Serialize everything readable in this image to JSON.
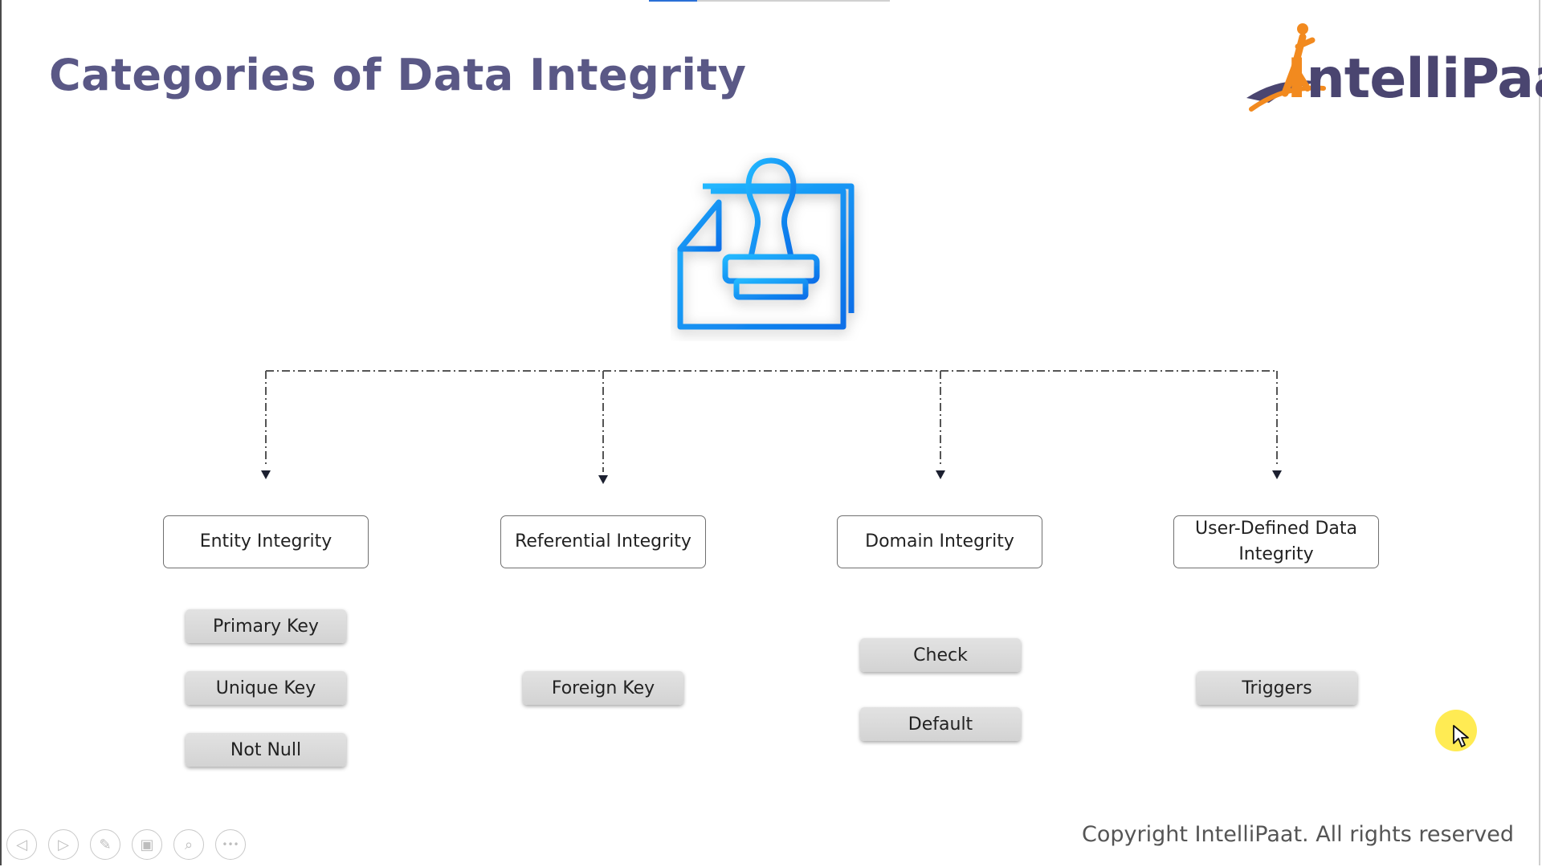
{
  "slide": {
    "title": "Categories of Data Integrity",
    "copyright": "Copyright IntelliPaat. All rights reserved"
  },
  "logo": {
    "text_accent": "I",
    "text_rest": "ntelliPaat",
    "colors": {
      "brand": "#4a4570",
      "accent": "#f28a1f"
    }
  },
  "hero_icon": {
    "name": "document-stamp-icon",
    "color": "#1e90ff"
  },
  "categories": [
    {
      "label": "Entity Integrity",
      "items": [
        "Primary Key",
        "Unique Key",
        "Not Null"
      ]
    },
    {
      "label": "Referential Integrity",
      "items": [
        "Foreign Key"
      ]
    },
    {
      "label": "Domain Integrity",
      "items": [
        "Check",
        "Default"
      ]
    },
    {
      "label": "User-Defined Data Integrity",
      "items": [
        "Triggers"
      ]
    }
  ],
  "toolbar": {
    "buttons": [
      {
        "name": "previous-icon",
        "glyph": "◁"
      },
      {
        "name": "next-icon",
        "glyph": "▷"
      },
      {
        "name": "pen-icon",
        "glyph": "✎"
      },
      {
        "name": "slides-icon",
        "glyph": "▣"
      },
      {
        "name": "zoom-icon",
        "glyph": "⌕"
      },
      {
        "name": "more-icon",
        "glyph": "•••"
      }
    ]
  },
  "colors": {
    "title": "#5a5886",
    "connector": "#555555",
    "chip_bg": "#d9d9d9",
    "cursor_halo": "#ffe628"
  }
}
